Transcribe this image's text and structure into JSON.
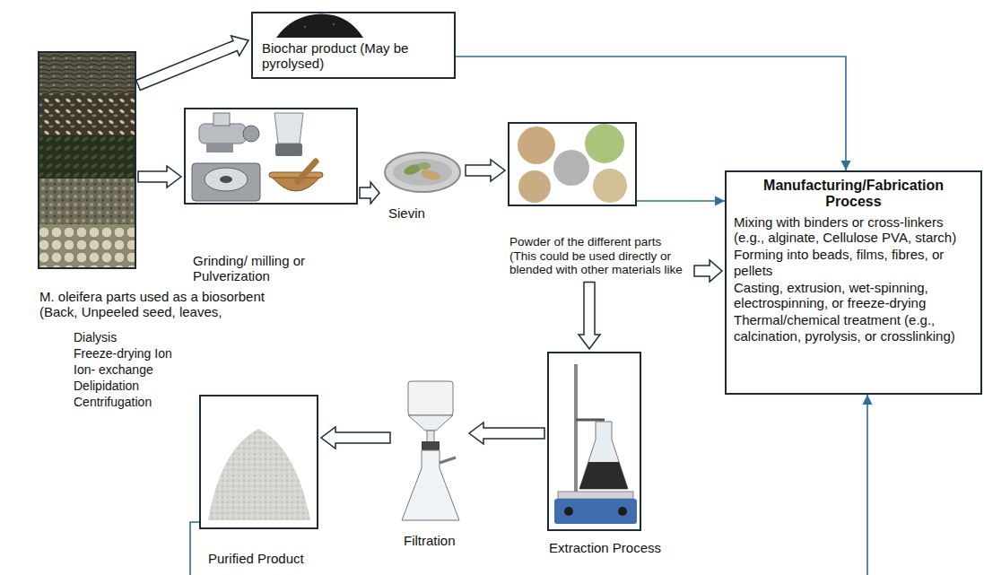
{
  "diagram": {
    "nodes": [
      {
        "text": [
          "M. oleifera parts used as a biosorbent (Back, Unpeeled seed, leaves,"
        ]
      },
      {
        "text": [
          "Biochar product (May be pyrolysed)"
        ]
      },
      {
        "text": [
          "Grinding/ milling or Pulverization"
        ]
      },
      {
        "text": [
          "Sievin"
        ]
      },
      {
        "text": [
          "Powder of the different parts (This could be used directly or blended with other materials like"
        ]
      },
      {
        "text": [
          "Manufacturing/Fabrication Process",
          "Mixing with binders or cross-linkers (e.g., alginate, Cellulose PVA, starch)",
          "Forming into beads, films, fibres, or pellets",
          "Casting, extrusion, wet-spinning, electrospinning, or freeze-drying",
          "Thermal/chemical treatment (e.g., calcination, pyrolysis, or crosslinking)"
        ]
      },
      {
        "text": [
          "Extraction Process"
        ]
      },
      {
        "text": [
          "Filtration"
        ]
      },
      {
        "text": [
          "Purified Product"
        ]
      }
    ],
    "edges": [
      {
        "from": 0,
        "to": 1,
        "arrow": "to"
      },
      {
        "from": 0,
        "to": 2,
        "arrow": "to"
      },
      {
        "from": 2,
        "to": 3,
        "arrow": "to"
      },
      {
        "from": 3,
        "to": 4,
        "arrow": "to"
      },
      {
        "from": 1,
        "to": 5,
        "arrow": "to"
      },
      {
        "from": 4,
        "to": 5,
        "arrow": "to"
      },
      {
        "from": 4,
        "to": 5,
        "arrow": "to"
      },
      {
        "from": 4,
        "to": 6,
        "arrow": "to"
      },
      {
        "from": 6,
        "to": 7,
        "arrow": "to"
      },
      {
        "from": 7,
        "to": 8,
        "arrow": "to"
      },
      {
        "from": 8,
        "to": 5,
        "arrow": "to"
      }
    ],
    "labels": [
      "Dialysis",
      "Freeze-drying Ion",
      "Ion- exchange",
      "Delipidation",
      "Centrifugation"
    ]
  }
}
